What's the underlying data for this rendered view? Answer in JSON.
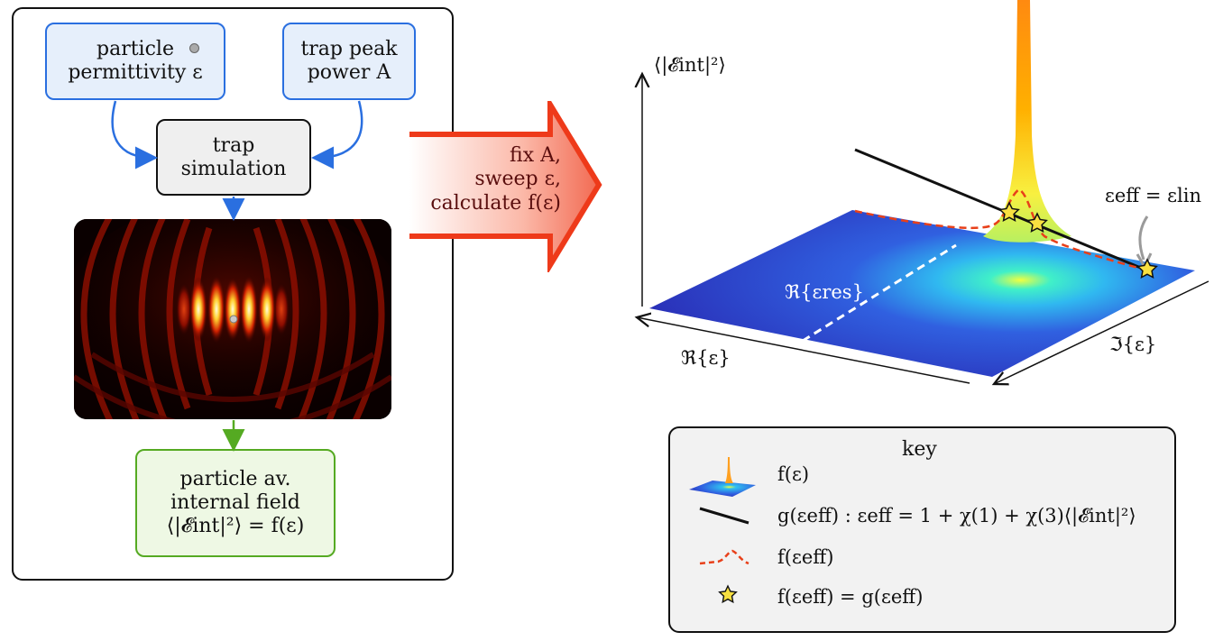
{
  "left_panel": {
    "box_a": {
      "line1": "particle",
      "line2": "permittivity ε"
    },
    "box_b": {
      "line1": "trap peak",
      "line2": "power A"
    },
    "box_c": {
      "line1": "trap",
      "line2": "simulation"
    },
    "box_d": {
      "line1": "particle av.",
      "line2": "internal field",
      "line3": "⟨|𝓔int|²⟩ = f(ε)"
    }
  },
  "big_arrow": {
    "line1": "fix A,",
    "line2": "sweep ε,",
    "line3": "calculate f(ε)"
  },
  "plot": {
    "z_axis_label": "⟨|𝓔int|²⟩",
    "re_axis_label": "ℜ{ε}",
    "im_axis_label": "ℑ{ε}",
    "res_line_label": "ℜ{εres}",
    "annotation": "εeff = εlin"
  },
  "key": {
    "title": "key",
    "items": [
      {
        "icon": "surface-icon",
        "text": "f(ε)"
      },
      {
        "icon": "black-line-icon",
        "text": "g(εeff) : εeff = 1 + χ(1) + χ(3)⟨|𝓔int|²⟩"
      },
      {
        "icon": "dashed-red-line-icon",
        "text": "f(εeff)"
      },
      {
        "icon": "star-icon",
        "text": "f(εeff) = g(εeff)"
      }
    ]
  },
  "colors": {
    "blue": "#2a6fe0",
    "green": "#55aa22",
    "red_arrow": "#ee3a1a",
    "surface_blue": "#2a3fd0"
  }
}
